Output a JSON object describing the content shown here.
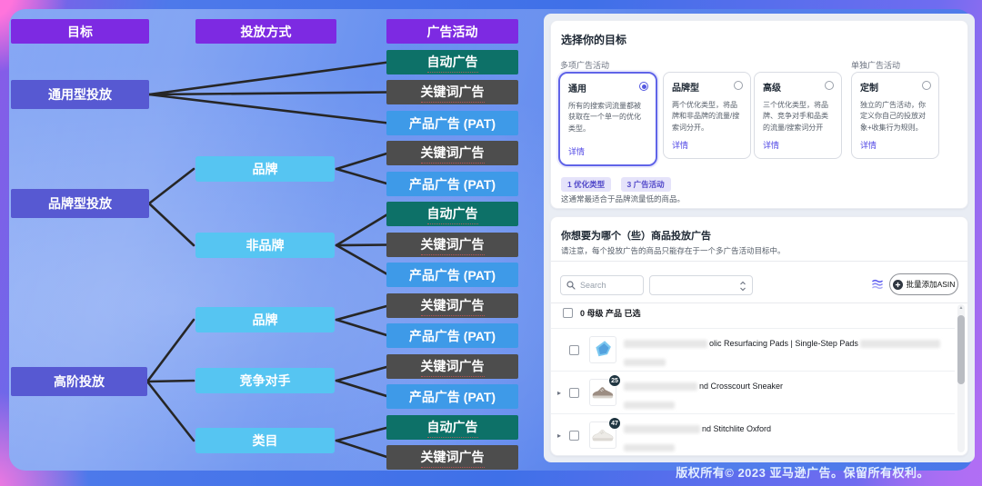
{
  "flowchart": {
    "column_headers": [
      {
        "label": "目标"
      },
      {
        "label": "投放方式"
      },
      {
        "label": "广告活动"
      }
    ],
    "goals": [
      {
        "label": "通用型投放"
      },
      {
        "label": "品牌型投放"
      },
      {
        "label": "高阶投放"
      }
    ],
    "methods": [
      {
        "label": "品牌"
      },
      {
        "label": "非品牌"
      },
      {
        "label": "品牌"
      },
      {
        "label": "竞争对手"
      },
      {
        "label": "类目"
      }
    ],
    "campaigns": [
      {
        "label": "自动广告",
        "type": "auto"
      },
      {
        "label": "关键词广告",
        "type": "keyword"
      },
      {
        "label": "产品广告 (PAT)",
        "type": "pat"
      },
      {
        "label": "关键词广告",
        "type": "keyword"
      },
      {
        "label": "产品广告 (PAT)",
        "type": "pat"
      },
      {
        "label": "自动广告",
        "type": "auto"
      },
      {
        "label": "关键词广告",
        "type": "keyword"
      },
      {
        "label": "产品广告 (PAT)",
        "type": "pat"
      },
      {
        "label": "关键词广告",
        "type": "keyword"
      },
      {
        "label": "产品广告 (PAT)",
        "type": "pat"
      },
      {
        "label": "关键词广告",
        "type": "keyword"
      },
      {
        "label": "产品广告 (PAT)",
        "type": "pat"
      },
      {
        "label": "自动广告",
        "type": "auto"
      },
      {
        "label": "关键词广告",
        "type": "keyword"
      }
    ],
    "colors": {
      "header": "#7d2ae2",
      "goal": "#5759d2",
      "method": "#56c5f2",
      "auto": "#0d7168",
      "keyword": "#4d4d4d",
      "pat": "#3e9ae8"
    }
  },
  "panel": {
    "goal_section": {
      "title": "选择你的目标",
      "multi_group_label": "多项广告活动",
      "single_group_label": "单独广告活动",
      "cards": [
        {
          "title": "通用",
          "desc": "所有的搜索词流量都被获取在一个单一的优化类型。",
          "link": "详情",
          "selected": true
        },
        {
          "title": "品牌型",
          "desc": "两个优化类型，将品牌和非品牌的流量/搜索词分开。",
          "link": "详情",
          "selected": false
        },
        {
          "title": "高级",
          "desc": "三个优化类型，将品牌、竞争对手和品类的流量/搜索词分开",
          "link": "详情",
          "selected": false
        },
        {
          "title": "定制",
          "desc": "独立的广告活动，你定义你自己的投放对象+收集行为规则。",
          "link": "详情",
          "selected": false
        }
      ],
      "tags": [
        {
          "label": "1 优化类型"
        },
        {
          "label": "3 广告活动"
        }
      ],
      "note": "这通常最适合于品牌流量低的商品。",
      "accent_color": "#5458e0",
      "link_color": "#4f46e5"
    },
    "product_section": {
      "title": "你想要为哪个（些）商品投放广告",
      "note": "请注意，每个投放广告的商品只能存在于一个多广告活动目标中。",
      "search_placeholder": "Search",
      "bulk_add_button": "批量添加ASIN",
      "selection_summary": "0 母级 产品 已选",
      "products": [
        {
          "visible_text": "olic Resurfacing Pads | Single-Step Pads",
          "thumb": "blue-pads",
          "expandable": false
        },
        {
          "visible_text": "nd Crosscourt Sneaker",
          "badge": "25",
          "thumb": "taupe-sneaker",
          "expandable": true
        },
        {
          "visible_text": "nd Stitchlite Oxford",
          "badge": "47",
          "thumb": "white-sneaker",
          "expandable": true
        }
      ],
      "icons": {
        "search": "magnifier",
        "select": "up-down-stepper",
        "stack": "layered-waves",
        "bulk_add": "circle-plus",
        "expand": "caret-right",
        "scroll": "triangle-up"
      }
    }
  },
  "footer": {
    "copyright": "版权所有© 2023 亚马逊广告。保留所有权利。"
  }
}
